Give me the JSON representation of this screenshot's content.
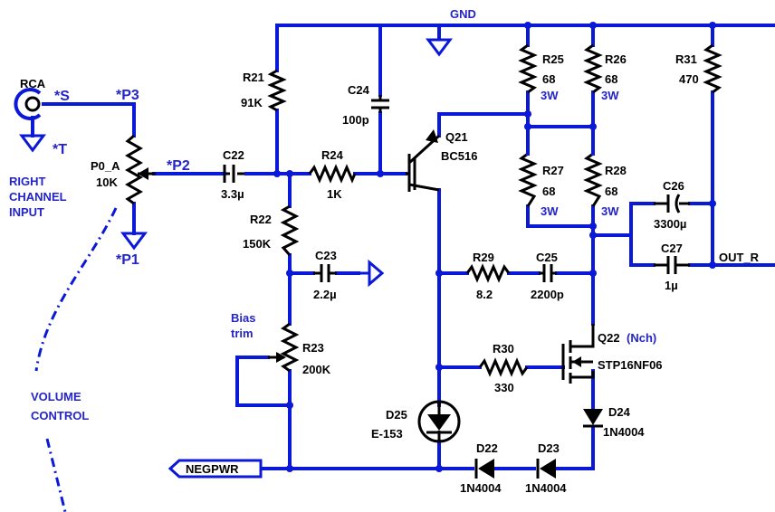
{
  "nets": {
    "gnd": "GND",
    "negpwr": "NEGPWR",
    "out": "OUT_R"
  },
  "connector": {
    "name": "RCA",
    "pin_s": "*S",
    "pin_t": "*T",
    "caption": [
      "RIGHT",
      "CHANNEL",
      "INPUT"
    ]
  },
  "pot": {
    "ref": "P0_A",
    "value": "10K",
    "pin3": "*P3",
    "pin2": "*P2",
    "pin1": "*P1",
    "caption": [
      "VOLUME",
      "CONTROL"
    ]
  },
  "components": {
    "r21": {
      "ref": "R21",
      "value": "91K"
    },
    "r22": {
      "ref": "R22",
      "value": "150K"
    },
    "r23": {
      "ref": "R23",
      "value": "200K"
    },
    "r24": {
      "ref": "R24",
      "value": "1K"
    },
    "r25": {
      "ref": "R25",
      "value": "68",
      "power": "3W"
    },
    "r26": {
      "ref": "R26",
      "value": "68",
      "power": "3W"
    },
    "r27": {
      "ref": "R27",
      "value": "68",
      "power": "3W"
    },
    "r28": {
      "ref": "R28",
      "value": "68",
      "power": "3W"
    },
    "r29": {
      "ref": "R29",
      "value": "8.2"
    },
    "r30": {
      "ref": "R30",
      "value": "330"
    },
    "r31": {
      "ref": "R31",
      "value": "470"
    },
    "c22": {
      "ref": "C22",
      "value": "3.3µ"
    },
    "c23": {
      "ref": "C23",
      "value": "2.2µ"
    },
    "c24": {
      "ref": "C24",
      "value": "100p"
    },
    "c25": {
      "ref": "C25",
      "value": "2200p"
    },
    "c26": {
      "ref": "C26",
      "value": "3300µ"
    },
    "c27": {
      "ref": "C27",
      "value": "1µ"
    },
    "q21": {
      "ref": "Q21",
      "part": "BC516"
    },
    "q22": {
      "ref": "Q22",
      "type": "(Nch)",
      "part": "STP16NF06"
    },
    "d22": {
      "ref": "D22",
      "part": "1N4004"
    },
    "d23": {
      "ref": "D23",
      "part": "1N4004"
    },
    "d24": {
      "ref": "D24",
      "part": "1N4004"
    },
    "d25": {
      "ref": "D25",
      "part": "E-153"
    }
  },
  "bias_note": [
    "Bias",
    "trim"
  ],
  "colors": {
    "wire": "#0a18d8",
    "component": "#000000",
    "annotation": "#2424c8"
  }
}
